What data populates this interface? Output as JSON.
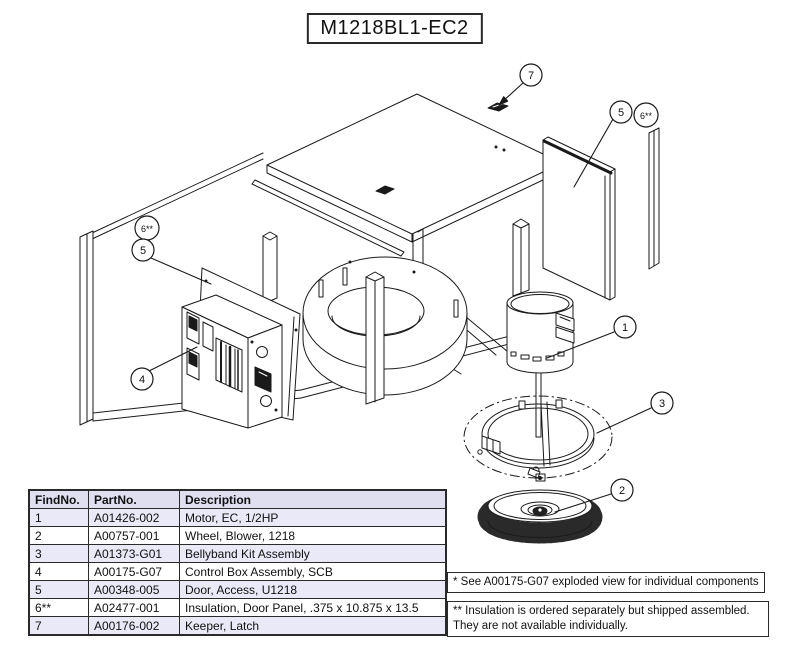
{
  "title": "M1218BL1-EC2",
  "table": {
    "headers": [
      "FindNo.",
      "PartNo.",
      "Description"
    ],
    "rows": [
      {
        "find_no": "1",
        "part_no": "A01426-002",
        "description": "Motor, EC, 1/2HP"
      },
      {
        "find_no": "2",
        "part_no": "A00757-001",
        "description": "Wheel, Blower, 1218"
      },
      {
        "find_no": "3",
        "part_no": "A01373-G01",
        "description": "Bellyband Kit Assembly"
      },
      {
        "find_no": "4",
        "part_no": "A00175-G07",
        "description": "Control Box Assembly, SCB"
      },
      {
        "find_no": "5",
        "part_no": "A00348-005",
        "description": "Door, Access, U1218"
      },
      {
        "find_no": "6**",
        "part_no": "A02477-001",
        "description": "Insulation, Door Panel, .375 x 10.875 x 13.5"
      },
      {
        "find_no": "7",
        "part_no": "A00176-002",
        "description": "Keeper, Latch"
      }
    ]
  },
  "notes": {
    "note1": "* See A00175-G07 exploded view for individual components",
    "note2_line1": "** Insulation is ordered separately but shipped assembled.",
    "note2_line2": "They are not available individually."
  },
  "callouts": {
    "c7": "7",
    "c5_right": "5",
    "c6_right": "6**",
    "c6_left": "6**",
    "c5_left": "5",
    "c4": "4",
    "c1": "1",
    "c3": "3",
    "c2": "2"
  },
  "colors": {
    "line": "#1a1a1a",
    "background": "#ffffff",
    "table_header_bg": "#dfdff0",
    "table_shaded_row": "#e9e9f7"
  }
}
